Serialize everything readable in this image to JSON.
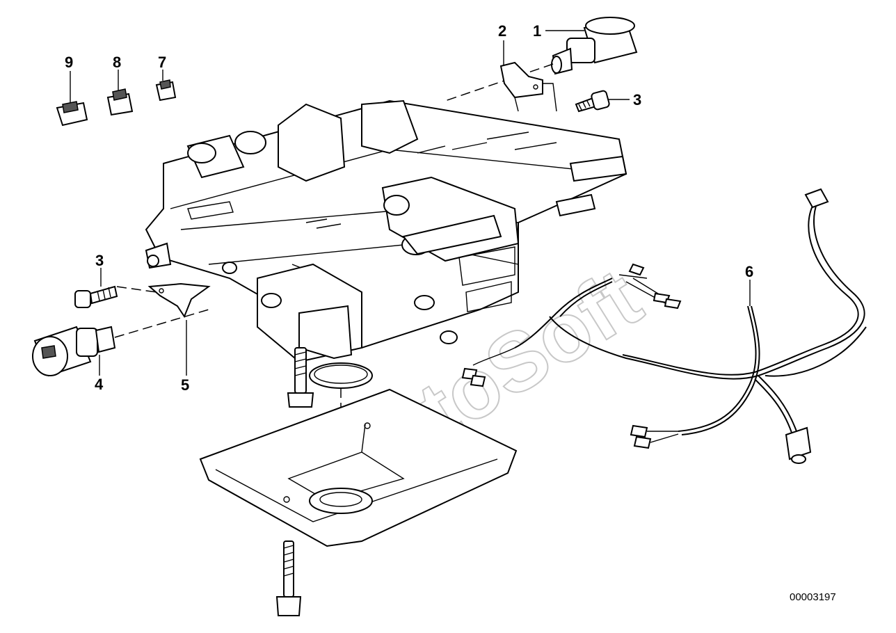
{
  "diagram": {
    "part_number": "00003197",
    "watermark": "AutoSoft",
    "callouts": [
      {
        "id": "c1",
        "label": "1"
      },
      {
        "id": "c2",
        "label": "2"
      },
      {
        "id": "c3a",
        "label": "3"
      },
      {
        "id": "c3b",
        "label": "3"
      },
      {
        "id": "c4",
        "label": "4"
      },
      {
        "id": "c5",
        "label": "5"
      },
      {
        "id": "c6",
        "label": "6"
      },
      {
        "id": "c7",
        "label": "7"
      },
      {
        "id": "c8",
        "label": "8"
      },
      {
        "id": "c9",
        "label": "9"
      }
    ]
  }
}
